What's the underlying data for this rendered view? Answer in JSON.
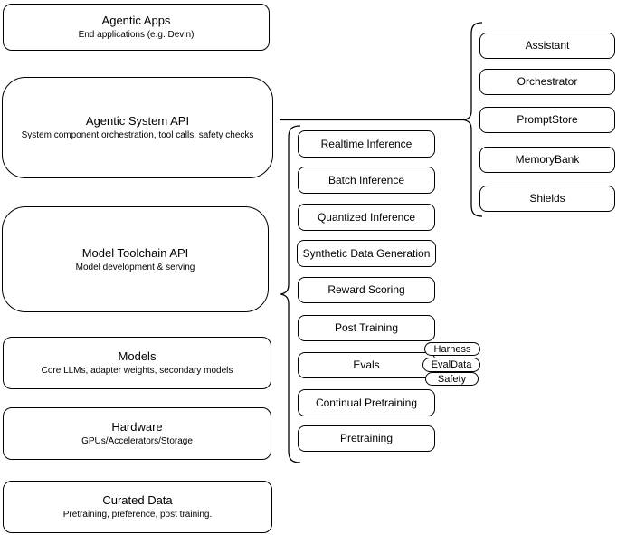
{
  "diagram": {
    "stack": [
      {
        "title": "Agentic Apps",
        "subtitle": "End applications (e.g. Devin)"
      },
      {
        "title": "Agentic System API",
        "subtitle": "System component orchestration, tool calls, safety checks"
      },
      {
        "title": "Model Toolchain API",
        "subtitle": "Model development & serving"
      },
      {
        "title": "Models",
        "subtitle": "Core LLMs, adapter weights, secondary models"
      },
      {
        "title": "Hardware",
        "subtitle": "GPUs/Accelerators/Storage"
      },
      {
        "title": "Curated Data",
        "subtitle": "Pretraining, preference, post training."
      }
    ],
    "toolchain_components": [
      "Realtime Inference",
      "Batch Inference",
      "Quantized Inference",
      "Synthetic Data Generation",
      "Reward Scoring",
      "Post Training",
      "Evals",
      "Continual Pretraining",
      "Pretraining"
    ],
    "evals_sub": [
      "Harness",
      "EvalData",
      "Safety"
    ],
    "system_components": [
      "Assistant",
      "Orchestrator",
      "PromptStore",
      "MemoryBank",
      "Shields"
    ],
    "colors": {
      "stroke": "#000000",
      "node_fill": "#ffffff",
      "background": "#ffffff"
    }
  }
}
